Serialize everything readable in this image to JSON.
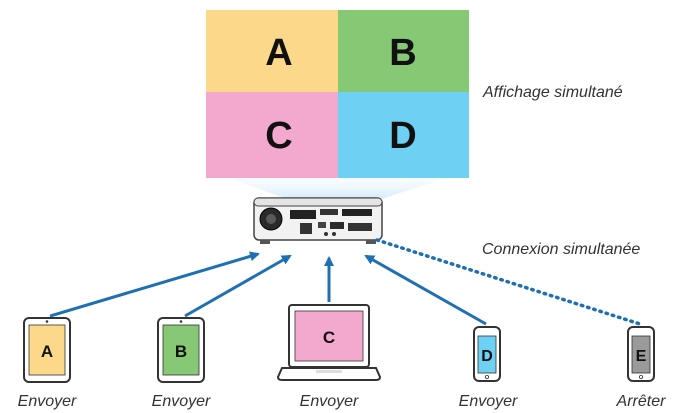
{
  "screen": {
    "quadrants": [
      {
        "letter": "A",
        "color": "#fbd88a"
      },
      {
        "letter": "B",
        "color": "#86c874"
      },
      {
        "letter": "C",
        "color": "#f2a9cd"
      },
      {
        "letter": "D",
        "color": "#6ed0f3"
      }
    ],
    "caption": "Affichage simultané"
  },
  "connection": {
    "caption": "Connexion simultanée",
    "line_color": "#1f6fb3"
  },
  "devices": [
    {
      "type": "tablet",
      "letter": "A",
      "screen_color": "#fbd88a",
      "action": "Envoyer",
      "connected": true
    },
    {
      "type": "tablet",
      "letter": "B",
      "screen_color": "#86c874",
      "action": "Envoyer",
      "connected": true
    },
    {
      "type": "laptop",
      "letter": "C",
      "screen_color": "#f2a9cd",
      "action": "Envoyer",
      "connected": true
    },
    {
      "type": "phone",
      "letter": "D",
      "screen_color": "#6ed0f3",
      "action": "Envoyer",
      "connected": true
    },
    {
      "type": "phone",
      "letter": "E",
      "screen_color": "#9a9a9a",
      "action": "Arrêter",
      "connected": false
    }
  ]
}
